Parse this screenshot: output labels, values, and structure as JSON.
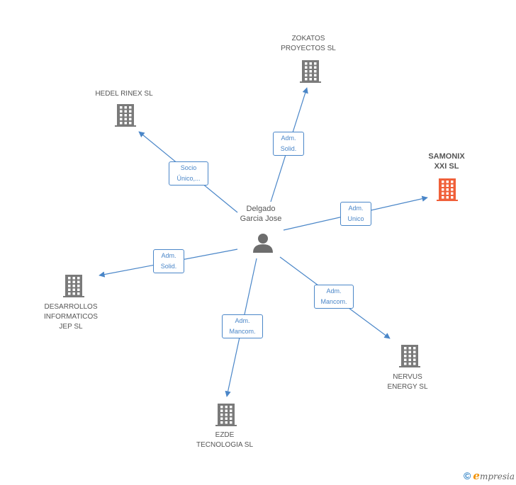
{
  "center": {
    "name": "Delgado\nGarcia Jose",
    "icon": "person-icon"
  },
  "companies": [
    {
      "id": "zokatos",
      "name": "ZOKATOS\nPROYECTOS SL",
      "highlight": false,
      "icon": "building-icon"
    },
    {
      "id": "hedel",
      "name": "HEDEL RINEX  SL",
      "highlight": false,
      "icon": "building-icon"
    },
    {
      "id": "samonix",
      "name": "SAMONIX\nXXI SL",
      "highlight": true,
      "icon": "building-icon"
    },
    {
      "id": "desarrollos",
      "name": "DESARROLLOS\nINFORMATICOS\nJEP SL",
      "highlight": false,
      "icon": "building-icon"
    },
    {
      "id": "nervus",
      "name": "NERVUS\nENERGY  SL",
      "highlight": false,
      "icon": "building-icon"
    },
    {
      "id": "ezde",
      "name": "EZDE\nTECNOLOGIA SL",
      "highlight": false,
      "icon": "building-icon"
    }
  ],
  "relations": [
    {
      "to": "zokatos",
      "label": "Adm.\nSolid."
    },
    {
      "to": "hedel",
      "label": "Socio\nÚnico,..."
    },
    {
      "to": "samonix",
      "label": "Adm.\nUnico"
    },
    {
      "to": "desarrollos",
      "label": "Adm.\nSolid."
    },
    {
      "to": "nervus",
      "label": "Adm.\nMancom."
    },
    {
      "to": "ezde",
      "label": "Adm.\nMancom."
    }
  ],
  "footer": {
    "copyright": "©",
    "brand_initial": "e",
    "brand_rest": "mpresia"
  },
  "colors": {
    "edge": "#4a86c8",
    "building": "#7a7a7a",
    "highlight_building": "#f0603a",
    "person": "#6d6d6d"
  }
}
